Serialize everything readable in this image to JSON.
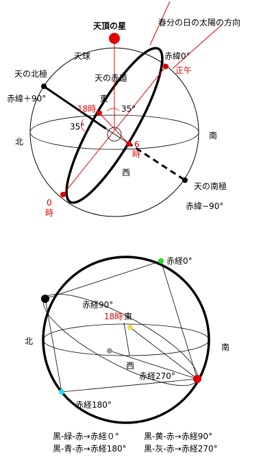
{
  "colors": {
    "red": "#e00000",
    "green": "#22dd22",
    "yellow": "#e6e04a",
    "cyan": "#22ddee",
    "gray": "#999999",
    "black": "#000000"
  },
  "top": {
    "zenith_star": "天頂の星",
    "sun_direction": "春分の日の太陽の方向",
    "celestial_sphere": "天球",
    "north_pole": "天の北極",
    "dec_plus90": "赤緯＋90°",
    "dec_0": "赤緯0°",
    "noon": "正午",
    "celestial_equator": "天の赤道",
    "east": "東",
    "h18": "18時",
    "angle_right": "35°",
    "angle_left": "35°",
    "north": "北",
    "south": "南",
    "h6_a": "6",
    "h6_b": "時",
    "west": "西",
    "south_pole": "天の南極",
    "h0_a": "0",
    "h0_b": "時",
    "dec_minus90": "赤緯−90°"
  },
  "bottom": {
    "ra_0": "赤経0°",
    "ra_90": "赤経90°",
    "h18": "18時",
    "east": "東",
    "north": "北",
    "south": "南",
    "west": "西",
    "ra_270": "赤経270°",
    "ra_180": "赤経180°"
  },
  "legend": {
    "line1_left": "黒-緑-赤→赤経０°",
    "line1_right": "黒-黄-赤→赤経90°",
    "line2_left": "黒-青-赤→赤経180°",
    "line2_right": "黒-灰-赤→赤経270°"
  }
}
